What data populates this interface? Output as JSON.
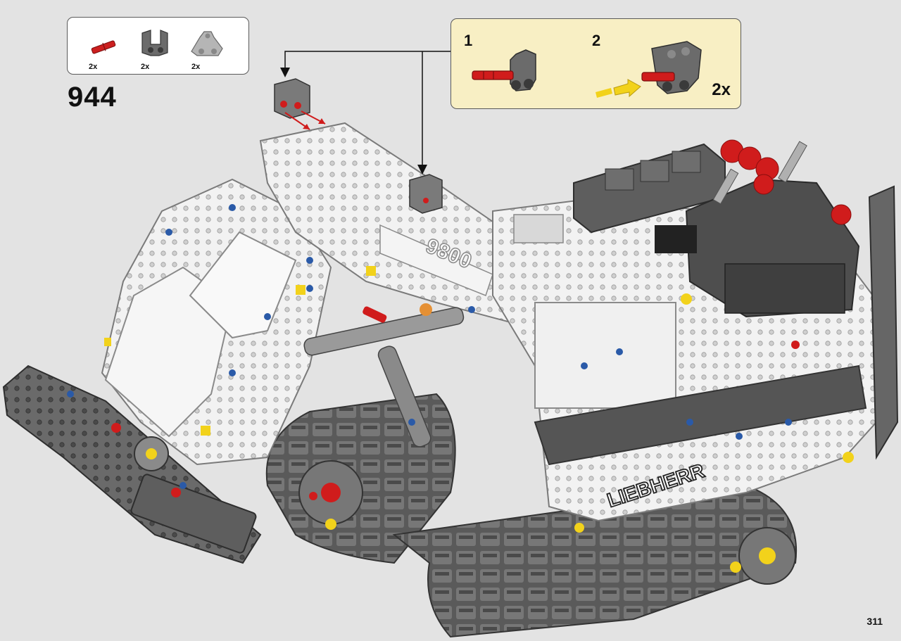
{
  "step": {
    "number": "944"
  },
  "parts_list": [
    {
      "icon": "red-axle-pin-icon",
      "qty": "2x",
      "color": "#cc1f1f"
    },
    {
      "icon": "dark-gray-bracket-icon",
      "qty": "2x",
      "color": "#6b6b6b"
    },
    {
      "icon": "light-gray-bracket-icon",
      "qty": "2x",
      "color": "#b5b5b5"
    }
  ],
  "callout": {
    "sub_steps": [
      {
        "number": "1"
      },
      {
        "number": "2"
      }
    ],
    "multiplier": "2x"
  },
  "model": {
    "boom_label": "9800",
    "brand_label": "LIEBHERR"
  },
  "page": {
    "number": "311"
  },
  "colors": {
    "background": "#e3e3e3",
    "callout_bg": "#f8efc4",
    "white_part": "#f4f4f4",
    "dark_gray": "#5e5e5e",
    "medium_gray": "#8a8a8a",
    "red": "#d01c1c",
    "yellow": "#f2d21b",
    "blue": "#2a5aa8"
  }
}
